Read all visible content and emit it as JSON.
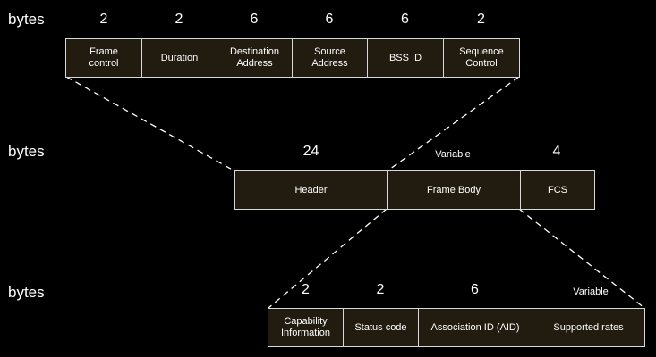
{
  "row1": {
    "label": "bytes",
    "cells": [
      {
        "size": "2",
        "name": "Frame\ncontrol"
      },
      {
        "size": "2",
        "name": "Duration"
      },
      {
        "size": "6",
        "name": "Destination\nAddress"
      },
      {
        "size": "6",
        "name": "Source\nAddress"
      },
      {
        "size": "6",
        "name": "BSS ID"
      },
      {
        "size": "2",
        "name": "Sequence\nControl"
      }
    ]
  },
  "row2": {
    "label": "bytes",
    "cells": [
      {
        "size": "24",
        "name": "Header"
      },
      {
        "size": "Variable",
        "name": "Frame Body"
      },
      {
        "size": "4",
        "name": "FCS"
      }
    ]
  },
  "row3": {
    "label": "bytes",
    "cells": [
      {
        "size": "2",
        "name": "Capability\nInformation"
      },
      {
        "size": "2",
        "name": "Status code"
      },
      {
        "size": "6",
        "name": "Association ID (AID)"
      },
      {
        "size": "Variable",
        "name": "Supported rates"
      }
    ]
  }
}
